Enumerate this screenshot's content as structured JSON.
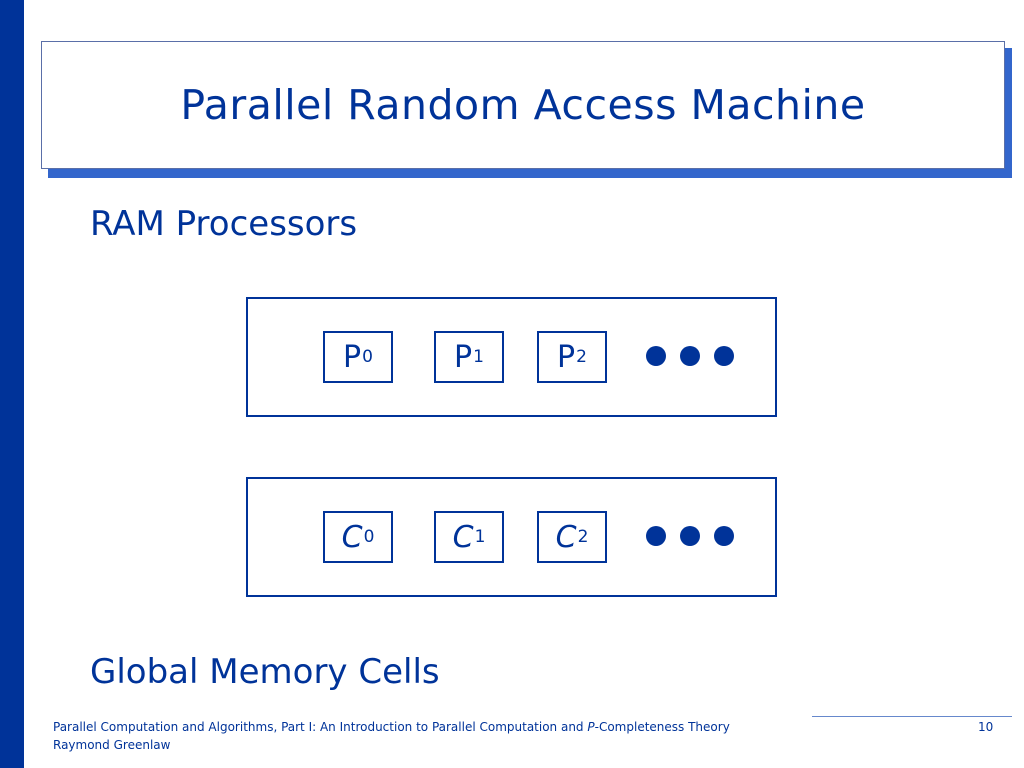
{
  "slide": {
    "title": "Parallel Random Access Machine",
    "heading_processors": "RAM Processors",
    "heading_memory": "Global Memory Cells"
  },
  "processors": [
    {
      "letter": "P",
      "index": "0"
    },
    {
      "letter": "P",
      "index": "1"
    },
    {
      "letter": "P",
      "index": "2"
    }
  ],
  "cells": [
    {
      "letter": "C",
      "index": "0"
    },
    {
      "letter": "C",
      "index": "1"
    },
    {
      "letter": "C",
      "index": "2"
    }
  ],
  "footer": {
    "line1_before": "Parallel Computation and Algorithms, Part I: An Introduction to Parallel Computation and ",
    "line1_italic": "P",
    "line1_after": "-Completeness Theory",
    "line2": "Raymond Greenlaw",
    "page_number": "10"
  },
  "colors": {
    "accent": "#003399",
    "shadow": "#3366cc"
  }
}
